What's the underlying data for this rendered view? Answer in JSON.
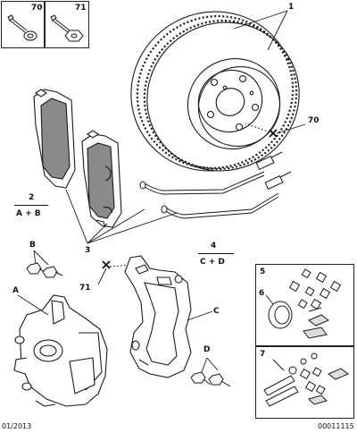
{
  "labels": {
    "ref_70_top": "70",
    "ref_71_top": "71",
    "ref_1": "1",
    "ref_70_disc": "70",
    "ref_2": "2",
    "ref_2_sub": "A + B",
    "ref_3": "3",
    "ref_4": "4",
    "ref_4_sub": "C + D",
    "ref_B": "B",
    "ref_71_mid": "71",
    "ref_A": "A",
    "ref_C": "C",
    "ref_D": "D",
    "ref_5": "5",
    "ref_6": "6",
    "ref_7": "7"
  },
  "footer": {
    "date": "01/2013",
    "code": "00011115"
  },
  "colors": {
    "line": "#1a1a1a",
    "pad_fill": "#8a8a8a",
    "cross": "#000000"
  }
}
